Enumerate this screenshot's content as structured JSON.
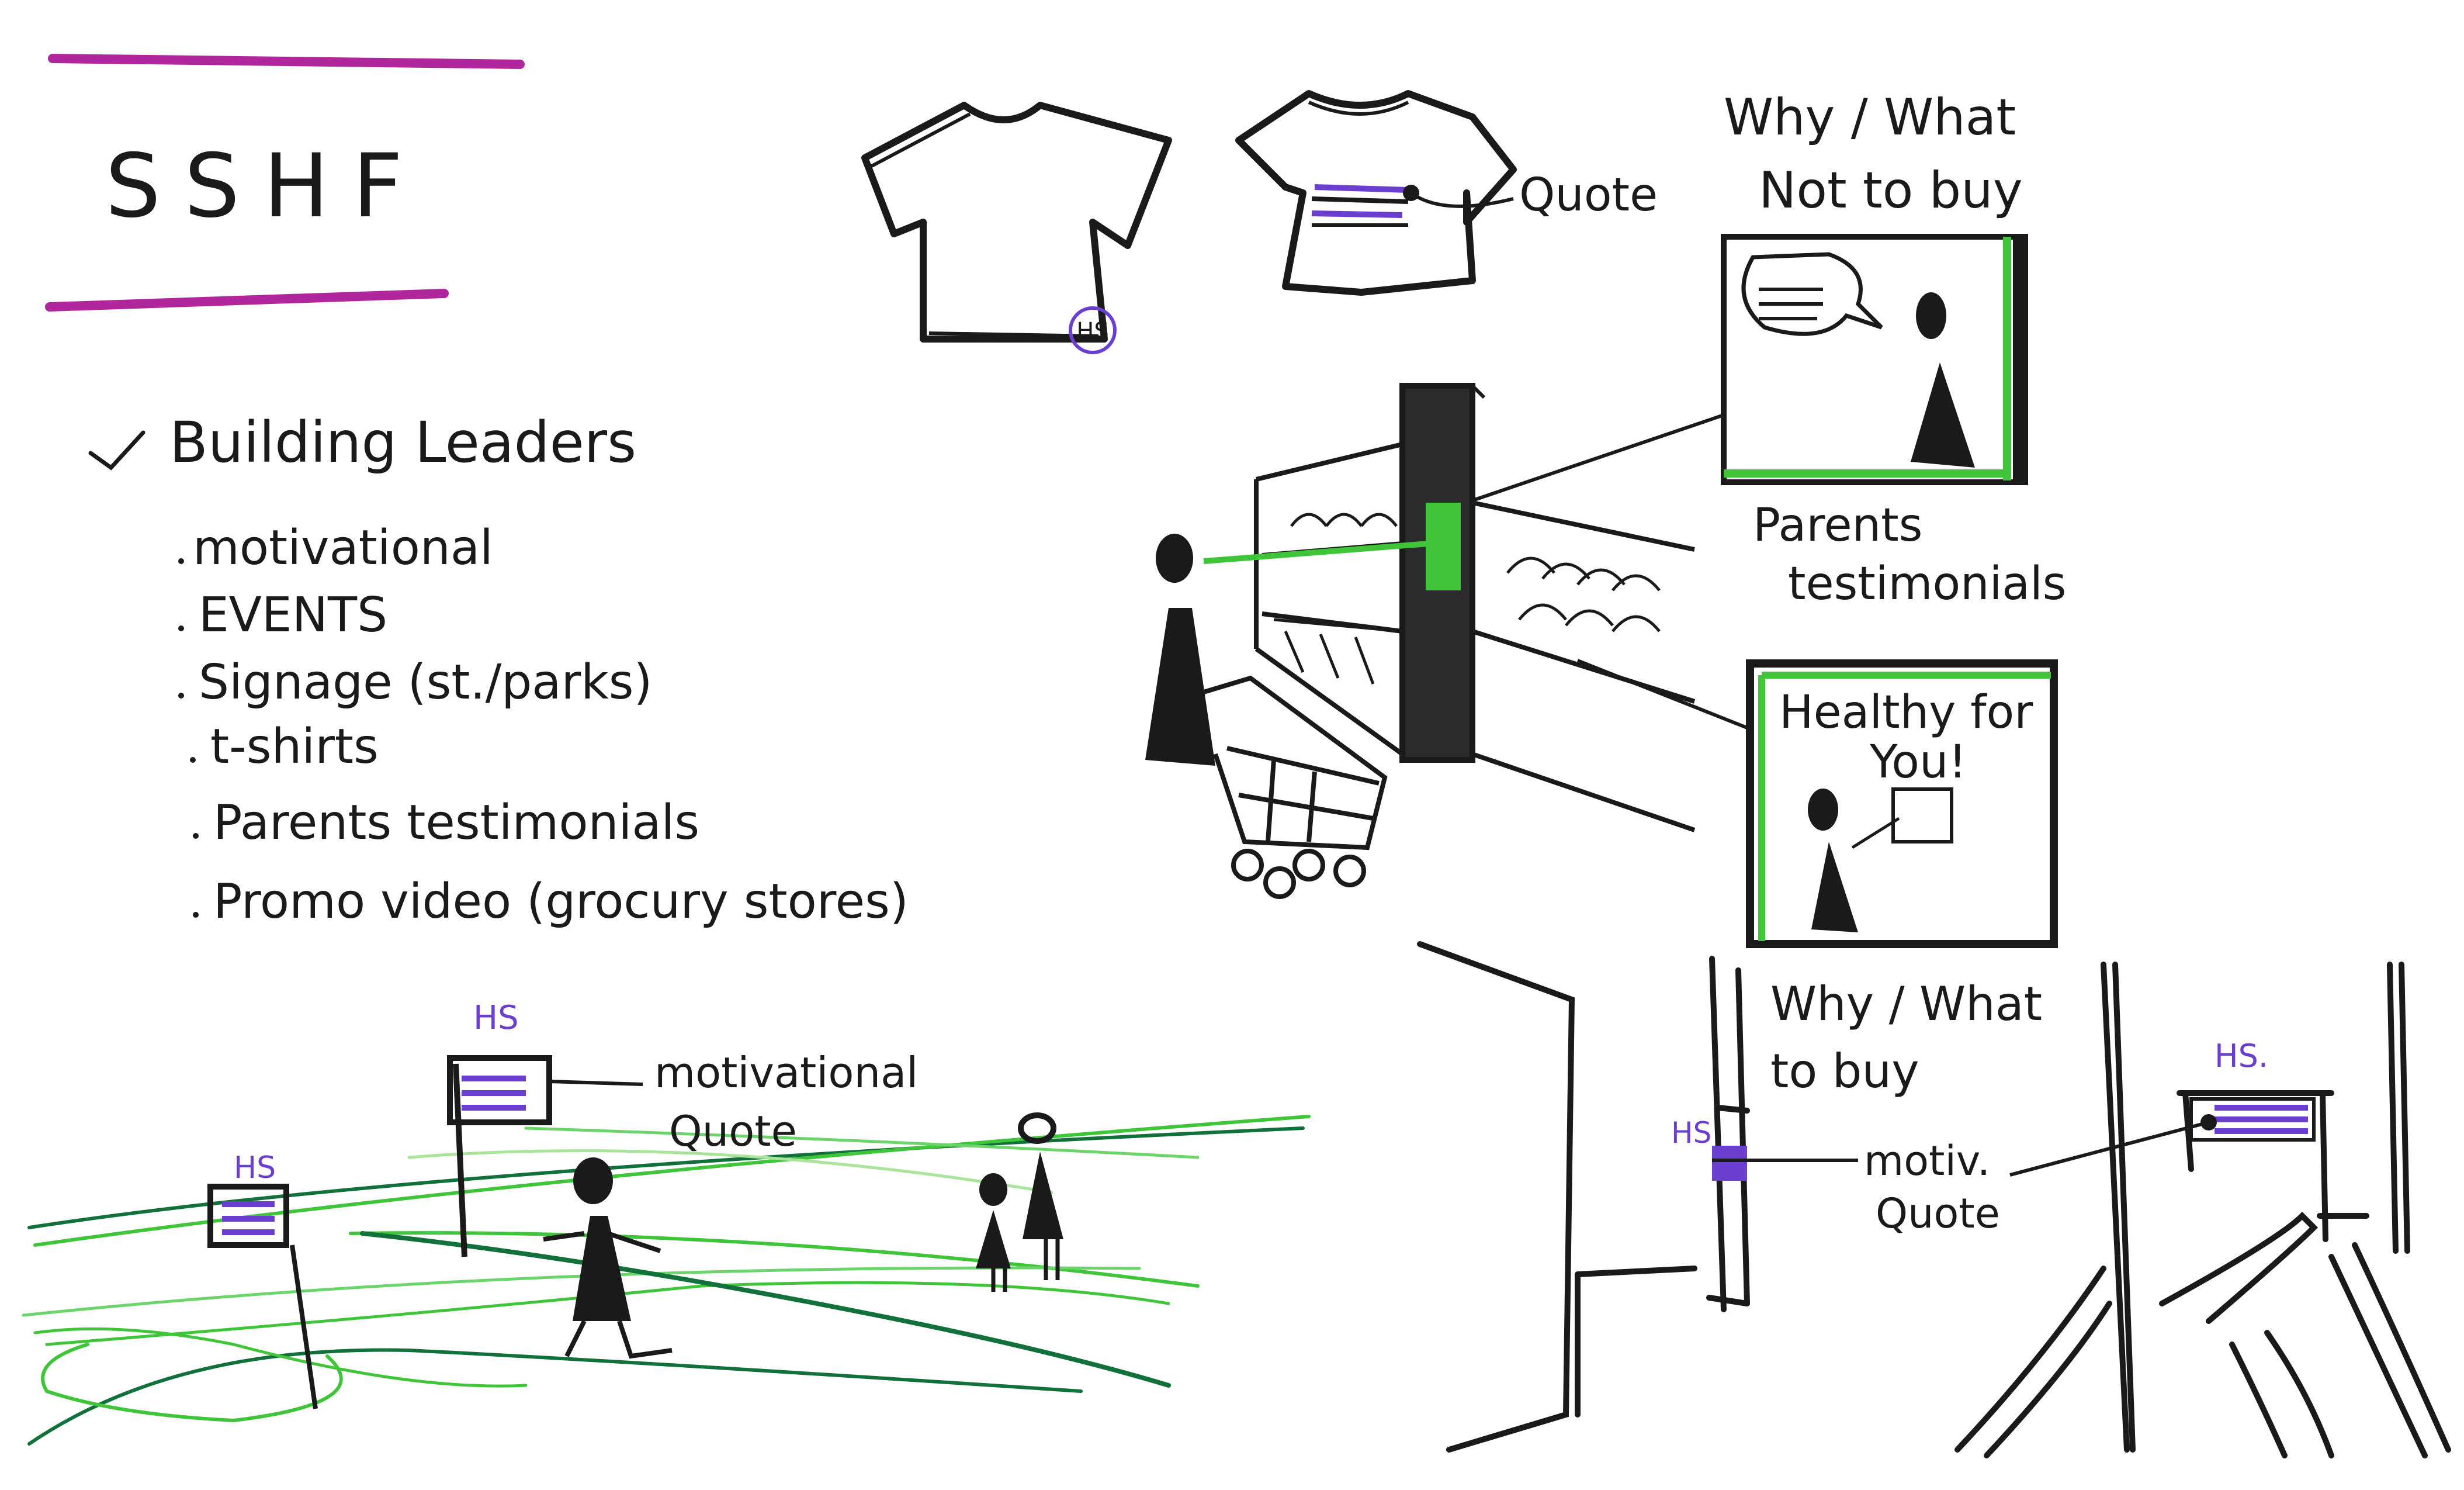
{
  "title": "SSHF",
  "checklist": {
    "header": "Building Leaders",
    "items": [
      "motivational",
      "EVENTS",
      "Signage (st./parks)",
      "t-shirts",
      "Parents testimonials",
      "Promo video (grocury stores)"
    ]
  },
  "labels": {
    "hs": "HS",
    "hs_dot": "HS.",
    "quote": "Quote",
    "why_not_line1": "Why / What",
    "why_not_line2": "Not to buy",
    "parents_line1": "Parents",
    "parents_line2": "testimonials",
    "healthy_line1": "Healthy for",
    "healthy_line2": "You!",
    "motivational_quote_line1": "motivational",
    "motivational_quote_line2": "Quote",
    "why_to_buy_line1": "Why / What",
    "why_to_buy_line2": "to buy",
    "motiv_quote_line1": "motiv.",
    "motiv_quote_line2": "Quote"
  },
  "colors": {
    "ink": "#1a1a1a",
    "magenta": "#b0269c",
    "purple": "#6a3fd0",
    "green": "#3fc43a",
    "dark_green": "#12703a"
  }
}
